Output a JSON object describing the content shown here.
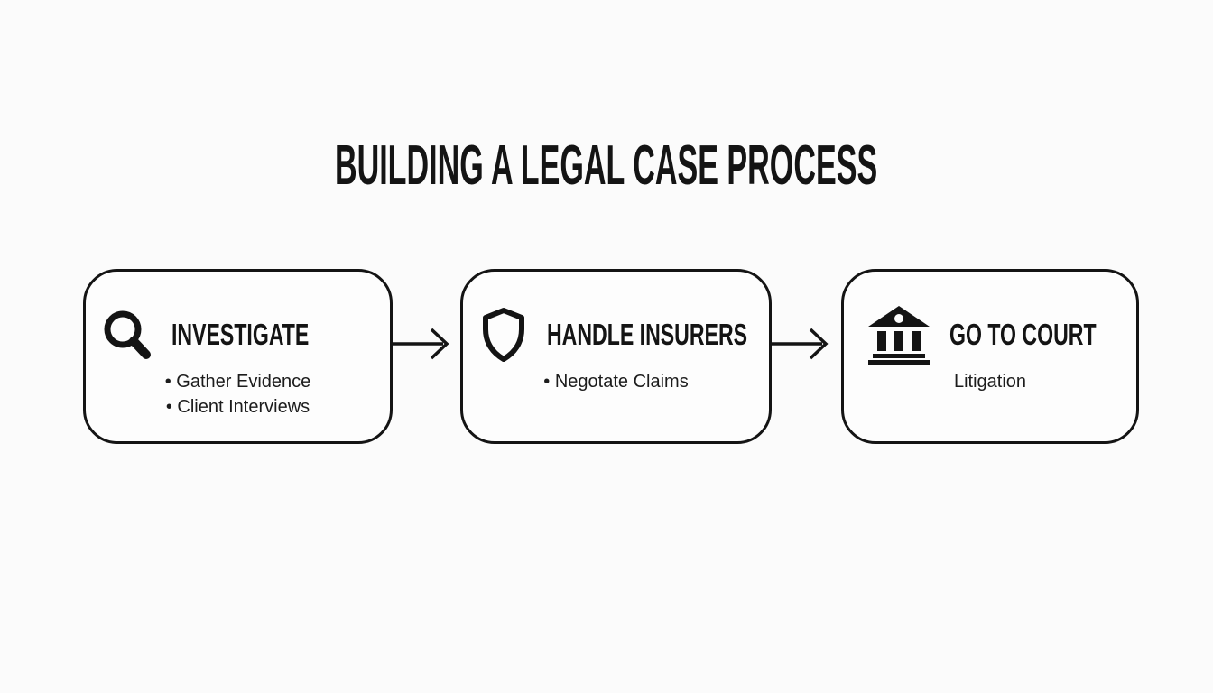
{
  "page": {
    "background_color": "#fbfbfb",
    "ink_color": "#141414"
  },
  "title": "BUILDING A LEGAL CASE PROCESS",
  "steps": [
    {
      "icon": "magnifier-icon",
      "heading": "INVESTIGATE",
      "items": [
        "Gather Evidence",
        "Client Interviews"
      ],
      "bulleted": true
    },
    {
      "icon": "shield-icon",
      "heading": "HANDLE INSURERS",
      "items": [
        "Negotate Claims"
      ],
      "bulleted": true
    },
    {
      "icon": "courthouse-icon",
      "heading": "GO TO COURT",
      "items": [
        "Litigation"
      ],
      "bulleted": false
    }
  ],
  "connectors": [
    {
      "icon": "arrow-right-icon",
      "from": "INVESTIGATE",
      "to": "HANDLE INSURERS"
    },
    {
      "icon": "arrow-right-icon",
      "from": "HANDLE INSURERS",
      "to": "GO TO COURT"
    }
  ]
}
